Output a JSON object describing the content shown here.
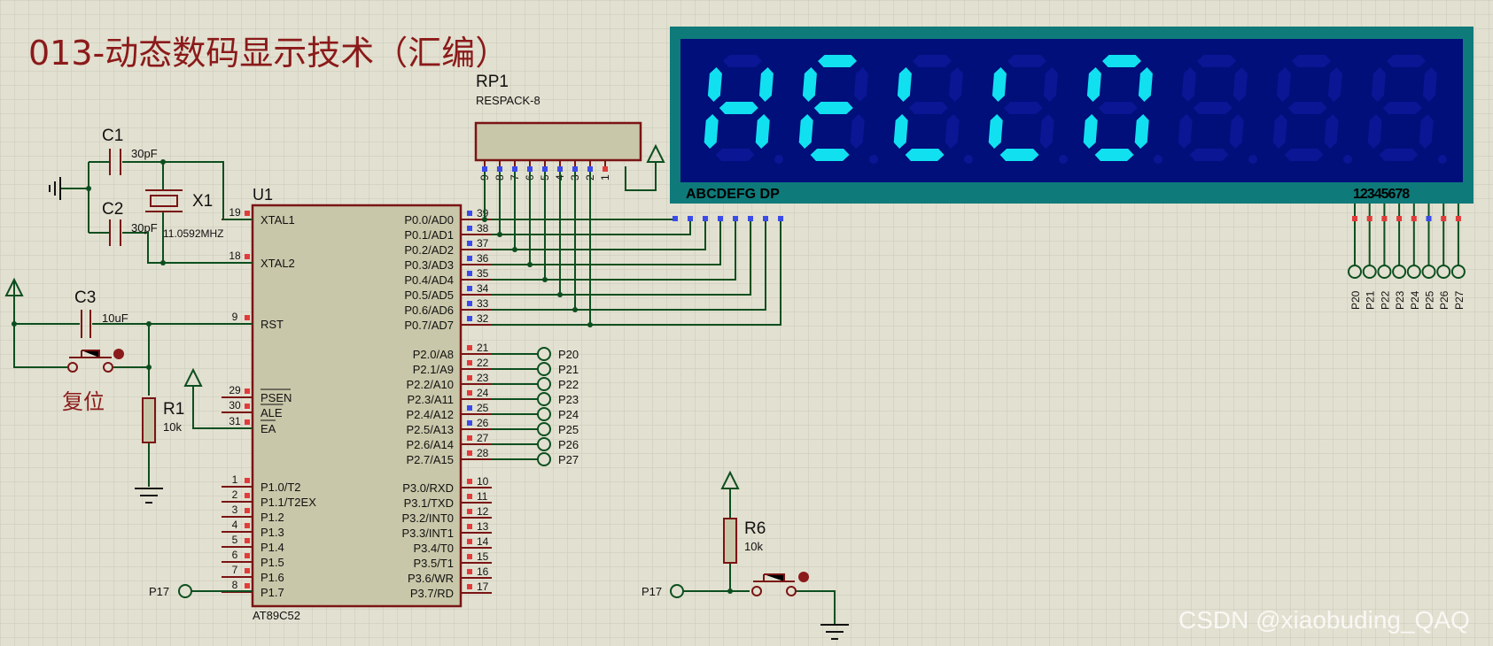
{
  "title": "013-动态数码显示技术（汇编）",
  "watermark": "CSDN @xiaobuding_QAQ",
  "chip": {
    "ref": "U1",
    "model": "AT89C52",
    "left_pins": [
      {
        "num": "19",
        "name": "XTAL1"
      },
      {
        "num": "18",
        "name": "XTAL2"
      },
      {
        "num": "9",
        "name": "RST"
      },
      {
        "num": "29",
        "name": "PSEN"
      },
      {
        "num": "30",
        "name": "ALE"
      },
      {
        "num": "31",
        "name": "EA"
      },
      {
        "num": "1",
        "name": "P1.0/T2"
      },
      {
        "num": "2",
        "name": "P1.1/T2EX"
      },
      {
        "num": "3",
        "name": "P1.2"
      },
      {
        "num": "4",
        "name": "P1.3"
      },
      {
        "num": "5",
        "name": "P1.4"
      },
      {
        "num": "6",
        "name": "P1.5"
      },
      {
        "num": "7",
        "name": "P1.6"
      },
      {
        "num": "8",
        "name": "P1.7"
      }
    ],
    "right_pins": [
      {
        "num": "39",
        "name": "P0.0/AD0"
      },
      {
        "num": "38",
        "name": "P0.1/AD1"
      },
      {
        "num": "37",
        "name": "P0.2/AD2"
      },
      {
        "num": "36",
        "name": "P0.3/AD3"
      },
      {
        "num": "35",
        "name": "P0.4/AD4"
      },
      {
        "num": "34",
        "name": "P0.5/AD5"
      },
      {
        "num": "33",
        "name": "P0.6/AD6"
      },
      {
        "num": "32",
        "name": "P0.7/AD7"
      },
      {
        "num": "21",
        "name": "P2.0/A8"
      },
      {
        "num": "22",
        "name": "P2.1/A9"
      },
      {
        "num": "23",
        "name": "P2.2/A10"
      },
      {
        "num": "24",
        "name": "P2.3/A11"
      },
      {
        "num": "25",
        "name": "P2.4/A12"
      },
      {
        "num": "26",
        "name": "P2.5/A13"
      },
      {
        "num": "27",
        "name": "P2.6/A14"
      },
      {
        "num": "28",
        "name": "P2.7/A15"
      },
      {
        "num": "10",
        "name": "P3.0/RXD"
      },
      {
        "num": "11",
        "name": "P3.1/TXD"
      },
      {
        "num": "12",
        "name": "P3.2/INT0"
      },
      {
        "num": "13",
        "name": "P3.3/INT1"
      },
      {
        "num": "14",
        "name": "P3.4/T0"
      },
      {
        "num": "15",
        "name": "P3.5/T1"
      },
      {
        "num": "16",
        "name": "P3.6/WR"
      },
      {
        "num": "17",
        "name": "P3.7/RD"
      }
    ]
  },
  "components": {
    "c1": {
      "ref": "C1",
      "value": "30pF"
    },
    "c2": {
      "ref": "C2",
      "value": "30pF"
    },
    "c3": {
      "ref": "C3",
      "value": "10uF"
    },
    "x1": {
      "ref": "X1",
      "value": "11.0592MHZ"
    },
    "r1": {
      "ref": "R1",
      "value": "10k"
    },
    "r6": {
      "ref": "R6",
      "value": "10k"
    },
    "rp1": {
      "ref": "RP1",
      "value": "RESPACK-8",
      "pins": [
        "9",
        "8",
        "7",
        "6",
        "5",
        "4",
        "3",
        "2",
        "1"
      ]
    },
    "reset_label": "复位"
  },
  "p2_labels": [
    "P20",
    "P21",
    "P22",
    "P23",
    "P24",
    "P25",
    "P26",
    "P27"
  ],
  "p17_label": "P17",
  "display": {
    "text": "HELLO",
    "segment_labels": "ABCDEFG DP",
    "digit_labels": "12345678",
    "digit_nets": [
      "P20",
      "P21",
      "P22",
      "P23",
      "P24",
      "P25",
      "P26",
      "P27"
    ],
    "colors": {
      "frame": "#0f7a7a",
      "panel": "#000f7a",
      "lit": "#11e0f0",
      "unlit": "#0b1694"
    },
    "digits": [
      {
        "char": "H",
        "segments": [
          0,
          1,
          1,
          0,
          1,
          1,
          1
        ]
      },
      {
        "char": "E",
        "segments": [
          1,
          0,
          0,
          1,
          1,
          1,
          1
        ]
      },
      {
        "char": "L",
        "segments": [
          0,
          0,
          0,
          1,
          1,
          1,
          0
        ]
      },
      {
        "char": "L",
        "segments": [
          0,
          0,
          0,
          1,
          1,
          1,
          0
        ]
      },
      {
        "char": "O",
        "segments": [
          1,
          1,
          1,
          1,
          1,
          1,
          0
        ]
      },
      {
        "char": "",
        "segments": [
          0,
          0,
          0,
          0,
          0,
          0,
          0
        ]
      },
      {
        "char": "",
        "segments": [
          0,
          0,
          0,
          0,
          0,
          0,
          0
        ]
      },
      {
        "char": "",
        "segments": [
          0,
          0,
          0,
          0,
          0,
          0,
          0
        ]
      }
    ]
  }
}
